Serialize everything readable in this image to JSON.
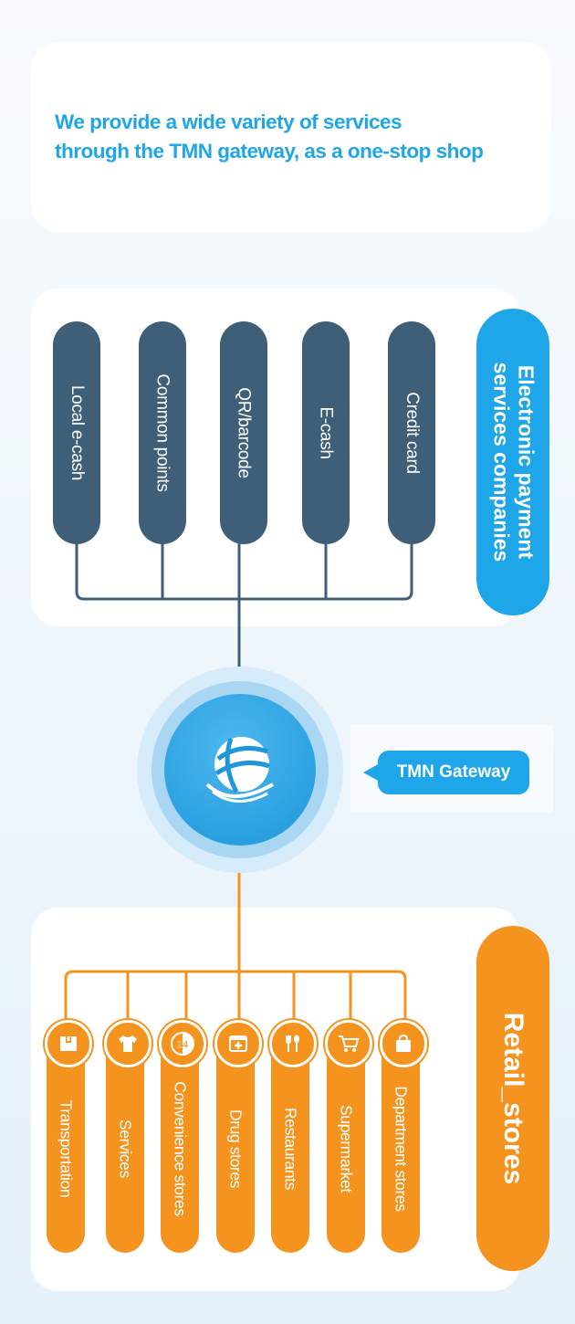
{
  "headline": {
    "line1": "We provide a wide variety of services",
    "line2": "through the TMN gateway, as a one-stop shop"
  },
  "payment": {
    "group_label_line1": "Electronic payment",
    "group_label_line2": "services companies",
    "items": [
      "Local e-cash",
      "Common points",
      "QR/barcode",
      "E-cash",
      "Credit card"
    ]
  },
  "gateway": {
    "label": "TMN Gateway",
    "icon": "globe-icon"
  },
  "retail": {
    "group_label": "Retail_stores",
    "items": [
      {
        "label": "Transportation",
        "icon": "box-icon"
      },
      {
        "label": "Services",
        "icon": "shirt-icon"
      },
      {
        "label": "Convenience stores",
        "icon": "clock-24-icon",
        "icon_text": "24"
      },
      {
        "label": "Drug stores",
        "icon": "first-aid-icon"
      },
      {
        "label": "Restaurants",
        "icon": "fork-spoon-icon"
      },
      {
        "label": "Supermarket",
        "icon": "cart-icon"
      },
      {
        "label": "Department stores",
        "icon": "shopping-bag-icon"
      }
    ]
  },
  "colors": {
    "blue": "#1ea6e8",
    "dark": "#3e5f77",
    "orange": "#f5931f"
  }
}
